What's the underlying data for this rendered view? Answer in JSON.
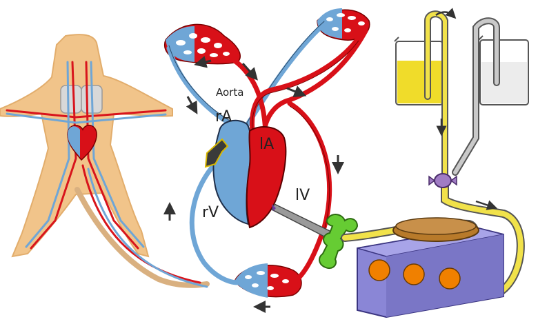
{
  "labels": {
    "aorta": "Aorta",
    "right_atrium": "rA",
    "left_atrium": "lA",
    "left_ventricle": "lV",
    "right_ventricle": "rV"
  },
  "colors": {
    "body_tan": "#f1c48a",
    "artery_red": "#d8141c",
    "vein_blue": "#6fa6d6",
    "heart_blue": "#6fa6d6",
    "heart_red": "#d81018",
    "needle_gray": "#9a9a9a",
    "clamp_green": "#66cc33",
    "valve_purple": "#a07cc4",
    "tube_yellow": "#f1e24a",
    "tube_gray": "#c9c9c9",
    "pump_base": "#8a86d6",
    "pump_knob": "#f08000",
    "dish_brown": "#b87a2a",
    "beaker_fill": "#f0dc2a"
  },
  "icons": [
    "flow-arrow-icon",
    "pump-knob-icon",
    "clamp-icon",
    "stopcock-icon"
  ]
}
